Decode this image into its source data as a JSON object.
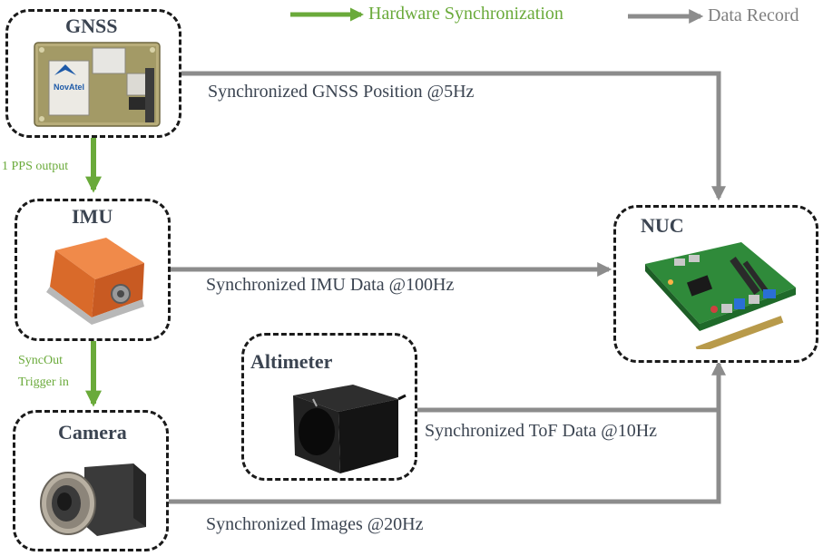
{
  "legend": {
    "hardware_sync": "Hardware Synchronization",
    "data_record": "Data Record"
  },
  "nodes": {
    "gnss": "GNSS",
    "imu": "IMU",
    "camera": "Camera",
    "altimeter": "Altimeter",
    "nuc": "NUC"
  },
  "device_logos": {
    "gnss_brand": "NovAtel"
  },
  "hardware_links": {
    "gnss_to_imu": "1 PPS output",
    "imu_to_camera_line1": "SyncOut",
    "imu_to_camera_line2": "Trigger in"
  },
  "data_links": {
    "gnss": "Synchronized GNSS Position @5Hz",
    "imu": "Synchronized IMU Data @100Hz",
    "tof": "Synchronized ToF Data @10Hz",
    "images": "Synchronized Images @20Hz"
  },
  "colors": {
    "hardware_sync": "#6aaa3a",
    "data_record": "#8c8c8c",
    "title_text": "#3b4451",
    "box_border": "#1a1a1a"
  }
}
